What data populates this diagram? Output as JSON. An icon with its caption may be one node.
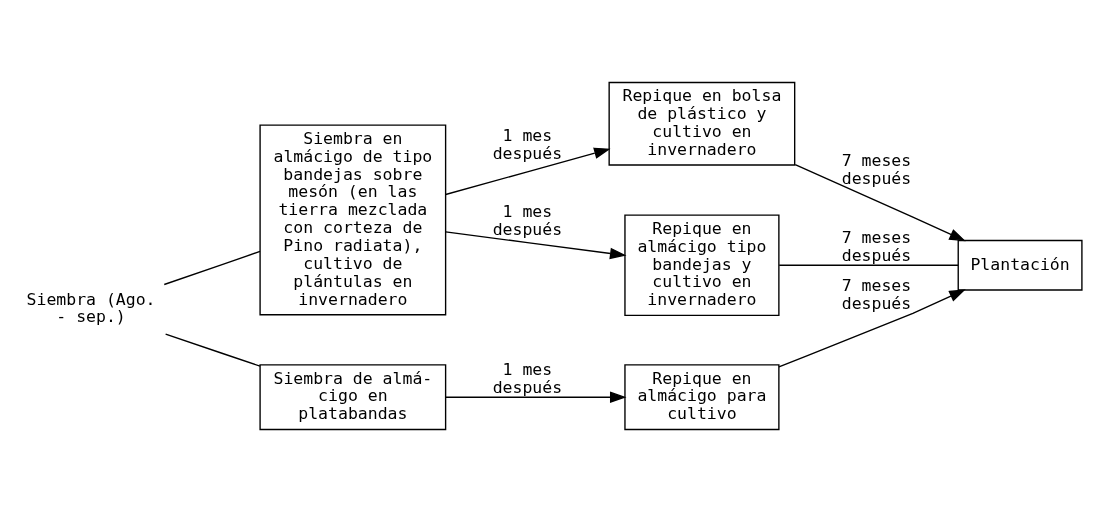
{
  "diagram": {
    "nodes": [
      {
        "text": [
          "Siembra (Ago. - sep.)"
        ]
      },
      {
        "text": [
          "Siembra en almácigo de tipo bandejas sobre mesón (en las tierra mezclada con corteza de Pino radiata), cultivo de plántulas en invernadero"
        ]
      },
      {
        "text": [
          "Repique en bolsa de plástico y cultivo en invernadero"
        ]
      },
      {
        "text": [
          "Repique en almácigo tipo bandejas y cultivo en invernadero"
        ]
      },
      {
        "text": [
          "Siembra de almá- cigo en platabandas"
        ]
      },
      {
        "text": [
          "Repique en almácigo para cultivo"
        ]
      },
      {
        "text": [
          "Plantación"
        ]
      }
    ],
    "edges": [
      {
        "from": 0,
        "to": 1,
        "arrow": "none"
      },
      {
        "from": 0,
        "to": 4,
        "arrow": "none"
      },
      {
        "from": 1,
        "to": 2,
        "arrow": "to",
        "label": "1 mes después"
      },
      {
        "from": 1,
        "to": 3,
        "arrow": "to",
        "label": "1 mes después"
      },
      {
        "from": 2,
        "to": 6,
        "arrow": "to",
        "label": "7 meses después"
      },
      {
        "from": 3,
        "to": 6,
        "arrow": "none",
        "label": "7 meses después"
      },
      {
        "from": 4,
        "to": 5,
        "arrow": "to",
        "label": "1 mes después"
      },
      {
        "from": 5,
        "to": 6,
        "arrow": "to",
        "label": "7 meses después"
      }
    ]
  }
}
